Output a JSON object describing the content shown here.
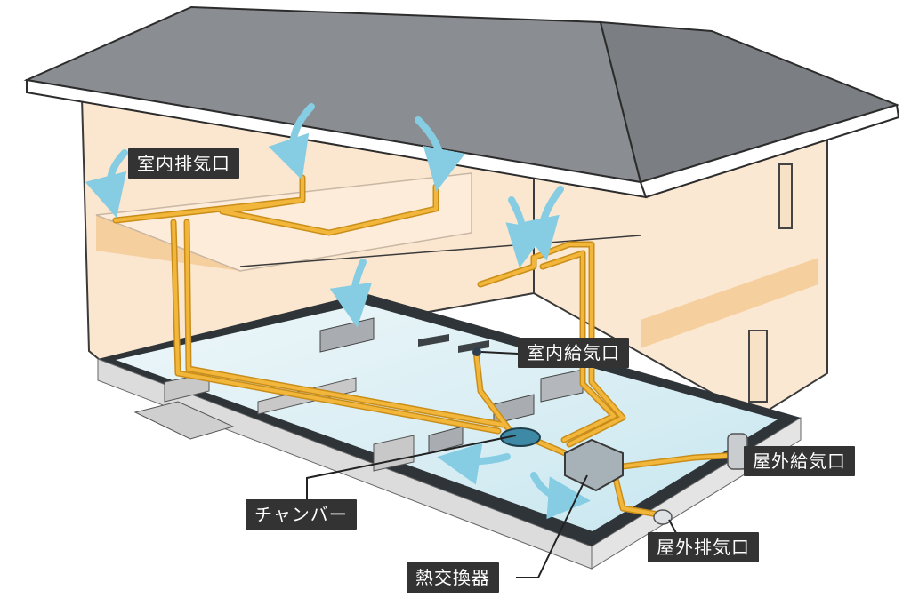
{
  "diagram": {
    "labels": {
      "indoor_exhaust": "室内排気口",
      "indoor_supply": "室内給気口",
      "outdoor_supply": "屋外給気口",
      "chamber": "チャンバー",
      "outdoor_exhaust": "屋外排気口",
      "heat_exchanger": "熱交換器"
    },
    "colors": {
      "roof": "#8a8d91",
      "roof_edge": "#ffffff",
      "wall": "#fbe7cf",
      "floor_band": "#f6cf9e",
      "foundation_frame": "#2e3438",
      "crawlspace": "#d6eef4",
      "duct": "#f2b73a",
      "duct_outline": "#c98d1a",
      "airflow_arrow": "#86cde3",
      "label_bg": "#333333",
      "label_text": "#ffffff"
    },
    "icons": [
      "airflow-arrow-icon",
      "duct-line",
      "chamber-unit",
      "heat-exchanger-unit"
    ]
  }
}
